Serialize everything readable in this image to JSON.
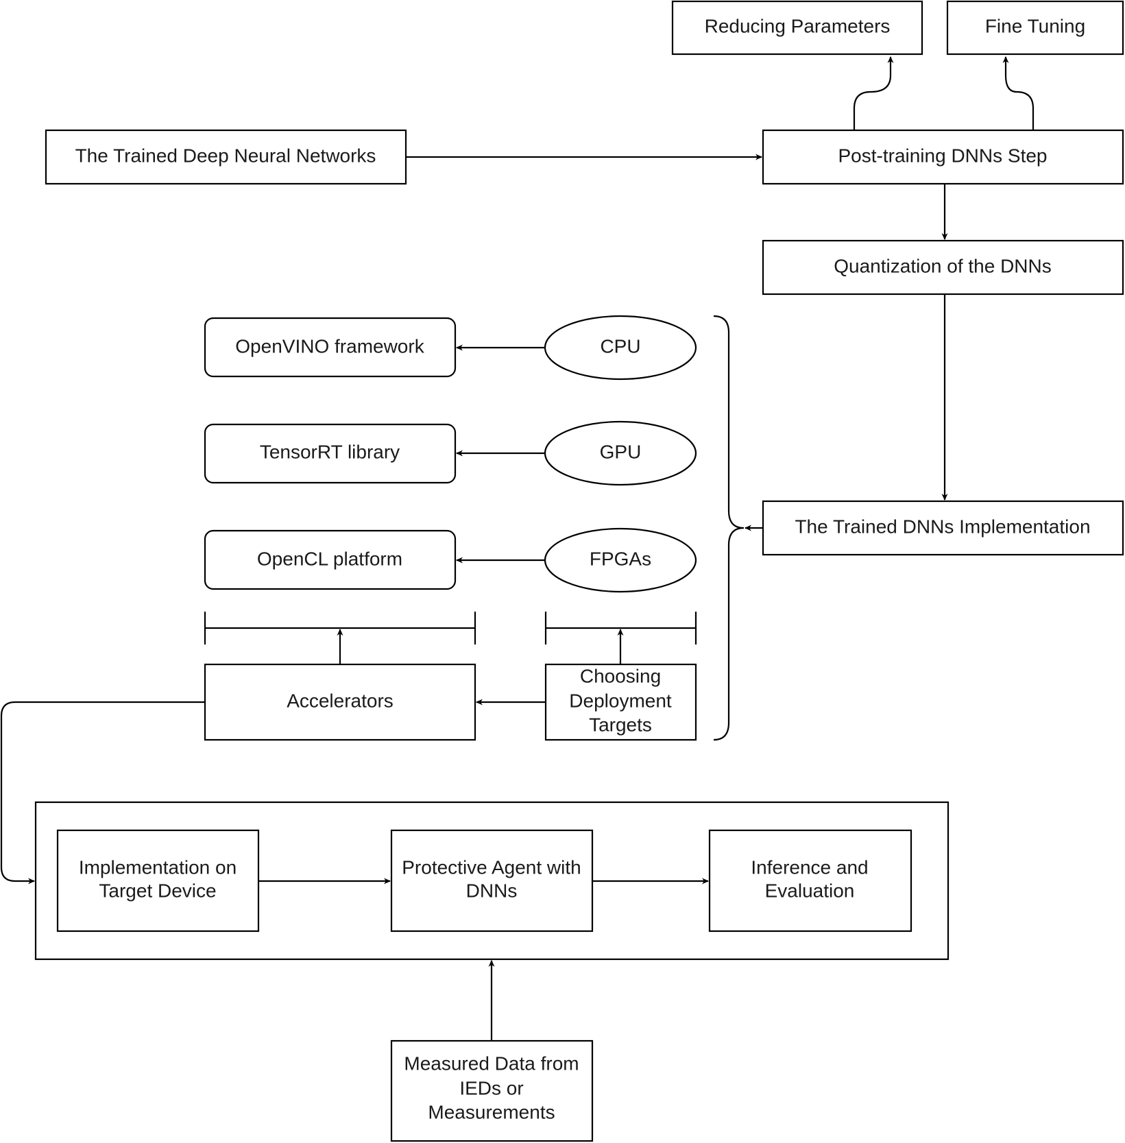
{
  "nodes": {
    "reducing_parameters": "Reducing Parameters",
    "fine_tuning": "Fine Tuning",
    "trained_dnn": "The Trained Deep Neural Networks",
    "post_training": "Post-training DNNs Step",
    "quantization": "Quantization of the DNNs",
    "openvino": "OpenVINO framework",
    "cpu": "CPU",
    "tensorrt": "TensorRT library",
    "gpu": "GPU",
    "opencl": "OpenCL platform",
    "fpgas": "FPGAs",
    "trained_impl": "The Trained DNNs Implementation",
    "accelerators": "Accelerators",
    "choosing_targets": [
      "Choosing",
      "Deployment",
      "Targets"
    ],
    "impl_target": [
      "Implementation on",
      "Target Device"
    ],
    "protective_agent": [
      "Protective Agent with",
      "DNNs"
    ],
    "inference": [
      "Inference and",
      "Evaluation"
    ],
    "measured_data": [
      "Measured Data from",
      "IEDs or",
      "Measurements"
    ]
  }
}
